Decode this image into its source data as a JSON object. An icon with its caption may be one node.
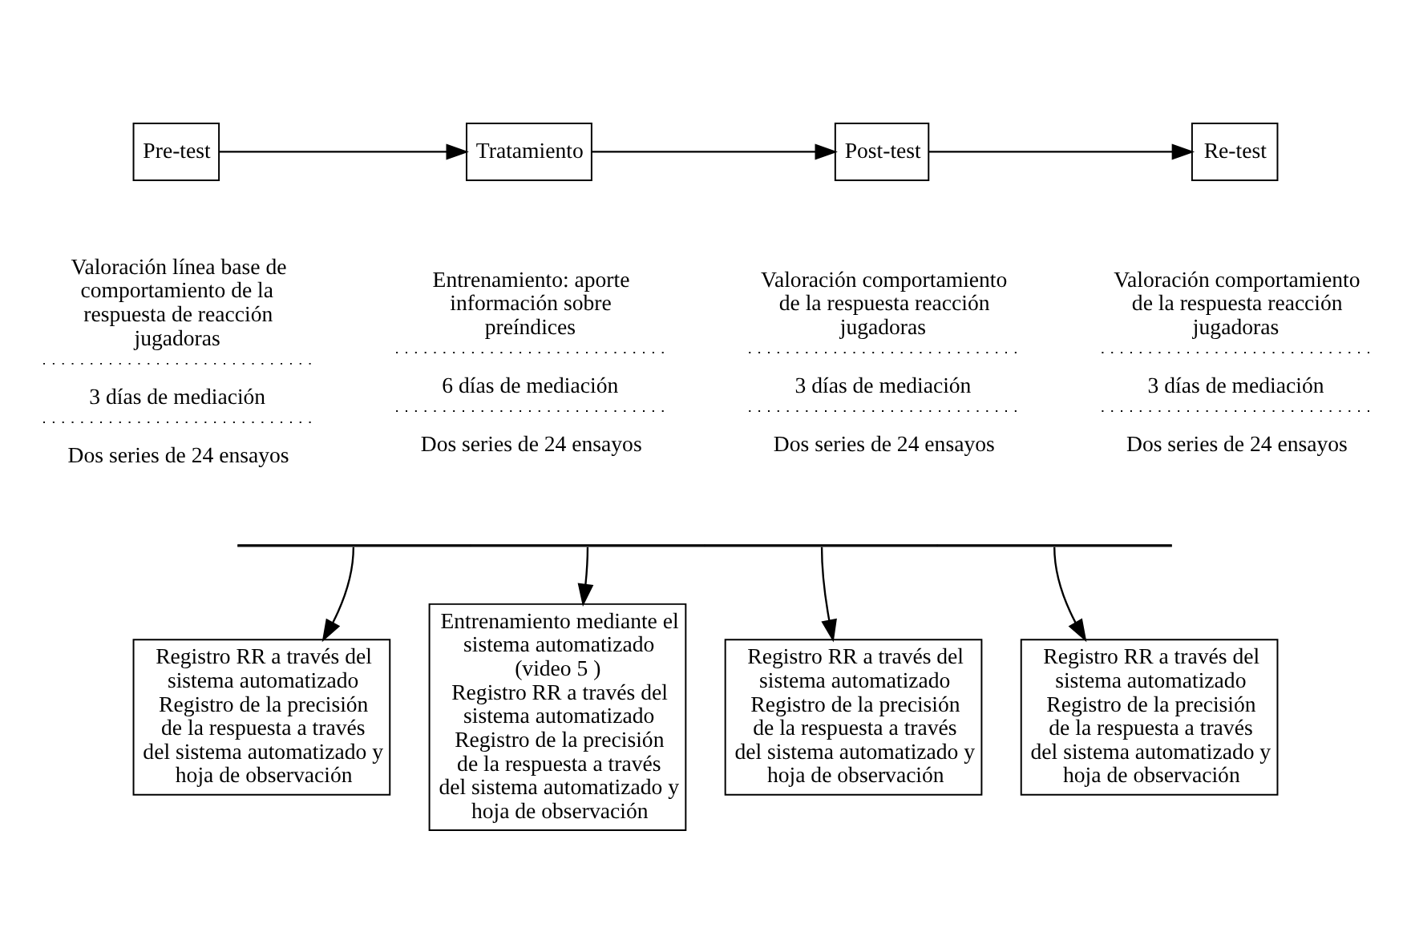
{
  "diagram": {
    "nodes": [
      {
        "text": [
          "Pre-test"
        ],
        "beside": [
          "Valoración línea base de comportamiento de la respuesta de reacción jugadoras",
          "3 días de mediación",
          "Dos series de 24 ensayos"
        ]
      },
      {
        "text": [
          "Tratamiento"
        ],
        "beside": [
          "Entrenamiento: aporte información sobre preíndices",
          "6 días de mediación",
          "Dos series de 24 ensayos"
        ]
      },
      {
        "text": [
          "Post-test"
        ],
        "beside": [
          "Valoración comportamiento de la respuesta reacción jugadoras",
          "3 días de mediación",
          "Dos series de 24 ensayos"
        ]
      },
      {
        "text": [
          "Re-test"
        ],
        "beside": [
          "Valoración comportamiento de la respuesta reacción jugadoras",
          "3 días de mediación",
          "Dos series de 24 ensayos"
        ]
      },
      {
        "text": [],
        "shape": "bar"
      },
      {
        "text": [
          "Registro RR a través del sistema automatizado",
          "Registro de la precisión de la respuesta a través del sistema automatizado y hoja de observación"
        ]
      },
      {
        "text": [
          "Entrenamiento mediante el sistema automatizado (video 5 )",
          "Registro RR a través del sistema automatizado",
          "Registro de la precisión de la respuesta a través del sistema automatizado y hoja de observación"
        ]
      },
      {
        "text": [
          "Registro RR a través del sistema automatizado",
          "Registro de la precisión de la respuesta a través del sistema automatizado y hoja de observación"
        ]
      },
      {
        "text": [
          "Registro RR a través del sistema automatizado",
          "Registro de la precisión de la respuesta a través del sistema automatizado y hoja de observación"
        ]
      }
    ],
    "edges": [
      {
        "from": 0,
        "to": 1,
        "arrow": "to"
      },
      {
        "from": 1,
        "to": 2,
        "arrow": "to"
      },
      {
        "from": 2,
        "to": 3,
        "arrow": "to"
      },
      {
        "from": 4,
        "to": 5,
        "arrow": "to"
      },
      {
        "from": 4,
        "to": 6,
        "arrow": "to"
      },
      {
        "from": 4,
        "to": 7,
        "arrow": "to"
      },
      {
        "from": 4,
        "to": 8,
        "arrow": "to"
      }
    ]
  }
}
